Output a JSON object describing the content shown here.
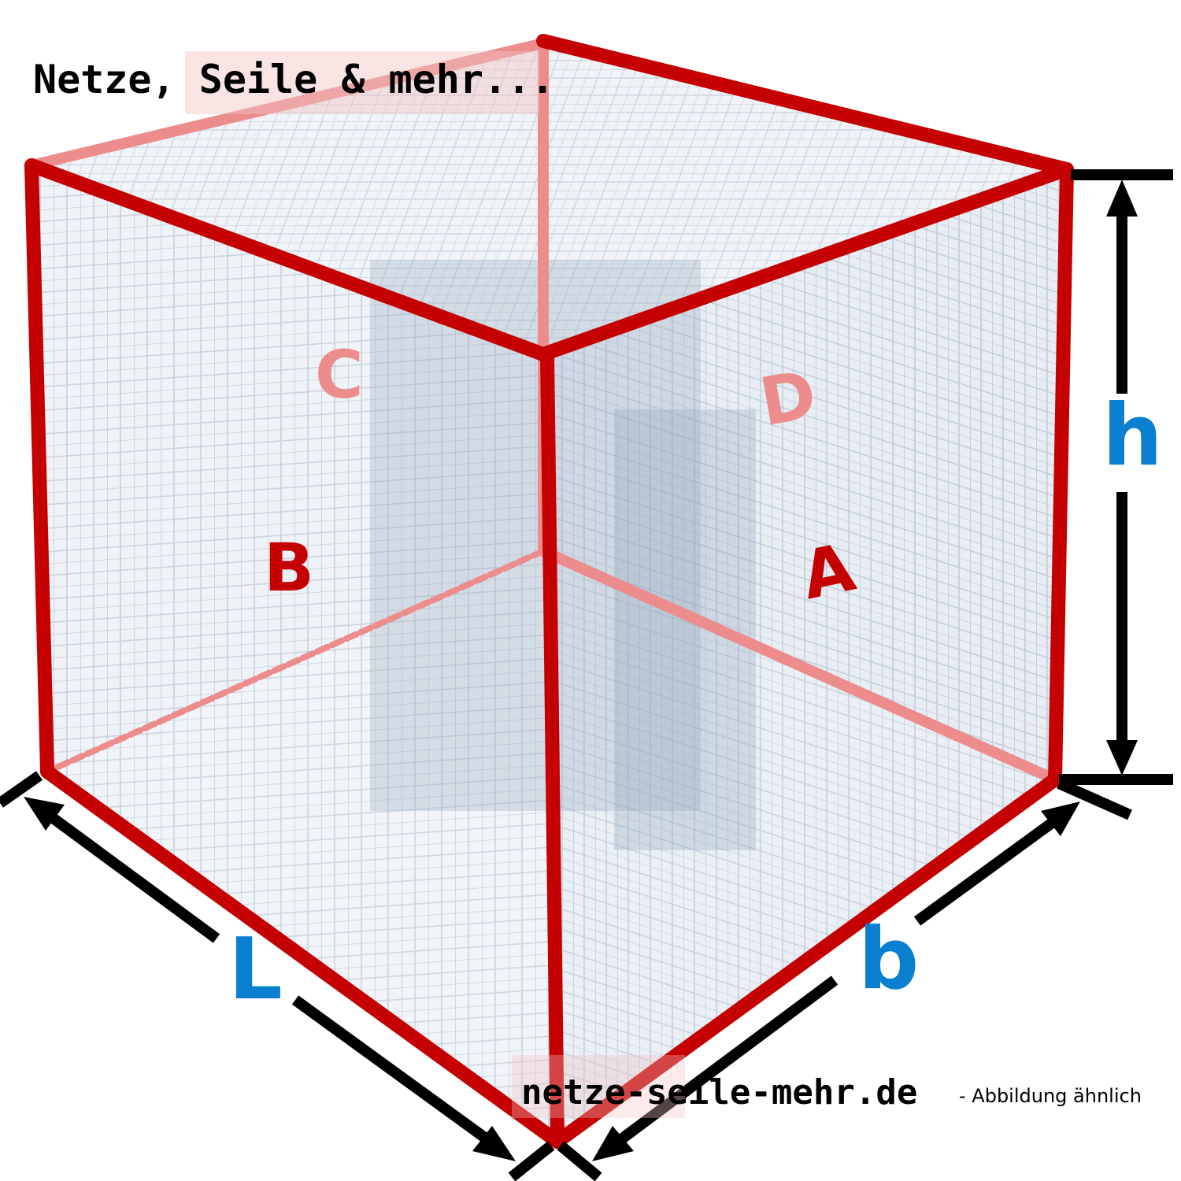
{
  "header": {
    "brand": "Netze, Seile & mehr..."
  },
  "footer": {
    "website": "netze-seile-mehr.de",
    "note": "- Abbildung ähnlich"
  },
  "faces": {
    "A": "A",
    "B": "B",
    "C": "C",
    "D": "D"
  },
  "dimensions": {
    "length": "L",
    "width": "b",
    "height": "h"
  },
  "colors": {
    "edge": "#c40000",
    "edge_faint": "#ec8c8c",
    "net": "#b9c6d6",
    "net_bg": "#e9eef4",
    "dimension_label": "#0a7fcf",
    "dimension_line": "#000000"
  }
}
